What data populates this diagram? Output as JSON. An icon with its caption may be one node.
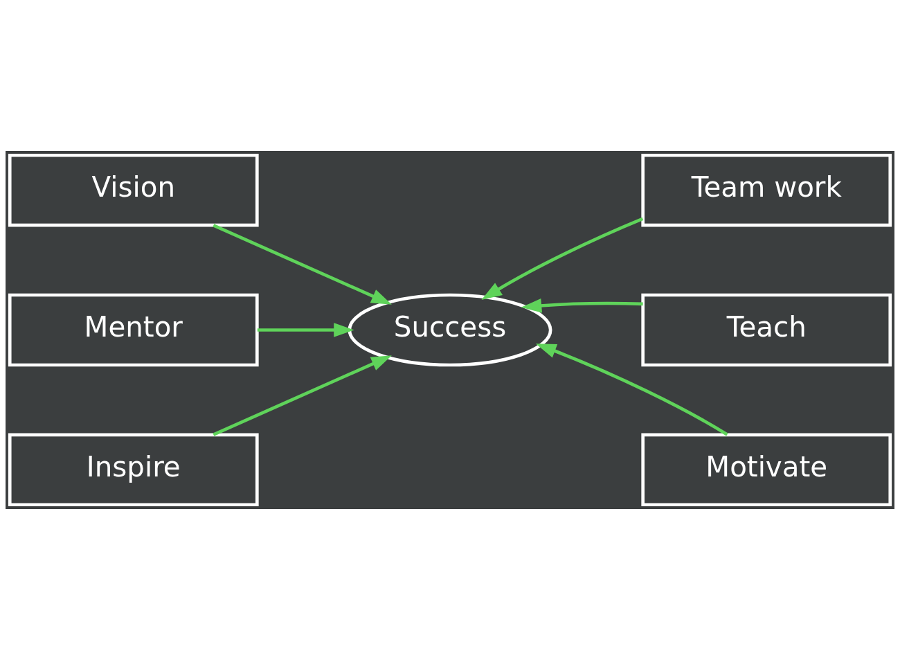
{
  "diagram": {
    "nodes": [
      {
        "text": [
          "Vision"
        ]
      },
      {
        "text": [
          "Team work"
        ]
      },
      {
        "text": [
          "Mentor"
        ]
      },
      {
        "text": [
          "Success"
        ]
      },
      {
        "text": [
          "Teach"
        ]
      },
      {
        "text": [
          "Inspire"
        ]
      },
      {
        "text": [
          "Motivate"
        ]
      }
    ],
    "edges": [
      {
        "from": 0,
        "to": 3,
        "arrow": "to"
      },
      {
        "from": 1,
        "to": 3,
        "arrow": "to"
      },
      {
        "from": 2,
        "to": 3,
        "arrow": "to"
      },
      {
        "from": 4,
        "to": 3,
        "arrow": "to"
      },
      {
        "from": 5,
        "to": 3,
        "arrow": "to"
      },
      {
        "from": 6,
        "to": 3,
        "arrow": "to"
      }
    ]
  }
}
